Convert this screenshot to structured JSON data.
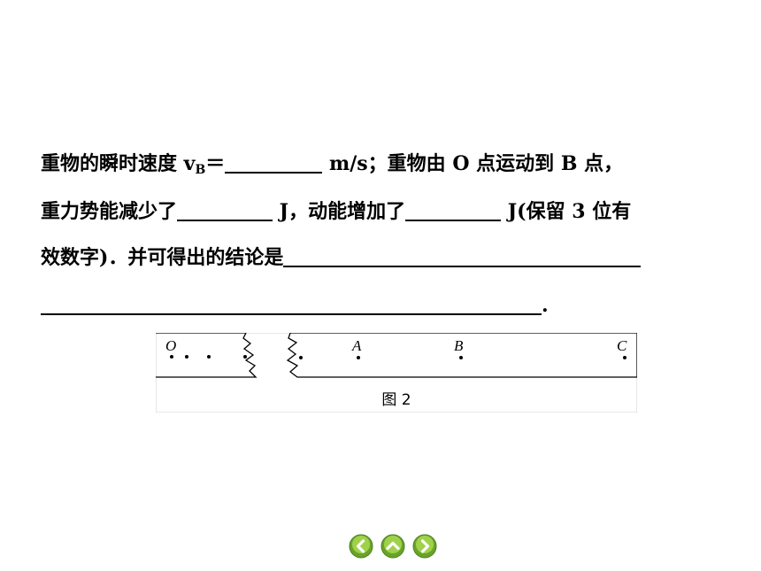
{
  "problem": {
    "line1_a": "重物的瞬时速度 v",
    "line1_sub": "B",
    "line1_b": "＝",
    "line1_c": " m/s；重物由 O 点运动到 B 点，",
    "line2_a": "重力势能减少了",
    "line2_b": " J，动能增加了",
    "line2_c": " J(保留 3 位有",
    "line3_a": "效数字)．并可得出的结论是",
    "line4_end": "."
  },
  "figure": {
    "label_o": "O",
    "label_a": "A",
    "label_b": "B",
    "label_c": "C",
    "caption": "图 2"
  },
  "nav": {
    "prev_icon": "chevron-left-icon",
    "up_icon": "chevron-up-icon",
    "next_icon": "chevron-right-icon",
    "color_outer": "#6aa32a",
    "color_inner": "#9fd24a"
  }
}
